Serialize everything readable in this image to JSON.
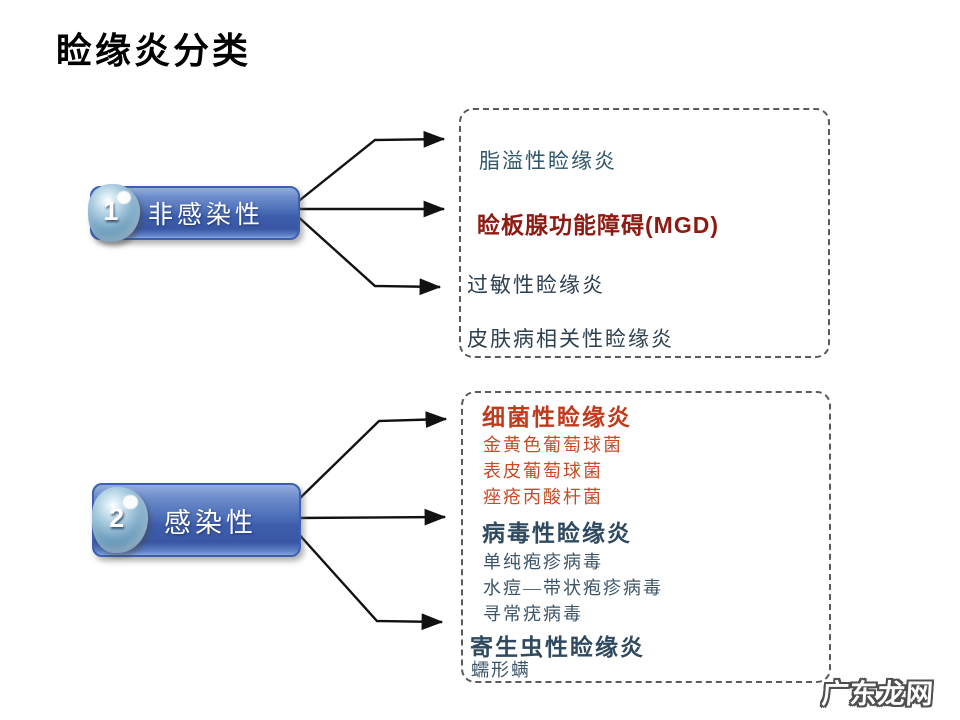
{
  "title": "睑缘炎分类",
  "watermark": "广东龙网",
  "colors": {
    "capsule_blue": "#4a6cb3",
    "capsule_border": "#3c5fae",
    "heading_dark_red": "#8e1b12",
    "heading_vermillion": "#c23a1c",
    "text_slate_blue": "#30566c",
    "text_dark_navy": "#2e4050",
    "arrow": "#111111",
    "dashed_border": "#5a5a5a"
  },
  "groups": [
    {
      "number": "1",
      "label": "非感染性",
      "items": [
        {
          "text": "脂溢性睑缘炎"
        },
        {
          "text": "睑板腺功能障碍(MGD)"
        },
        {
          "text": "过敏性睑缘炎"
        },
        {
          "text": "皮肤病相关性睑缘炎"
        }
      ]
    },
    {
      "number": "2",
      "label": "感染性",
      "sections": [
        {
          "heading": "细菌性睑缘炎",
          "subitems": [
            "金黄色葡萄球菌",
            "表皮葡萄球菌",
            "痤疮丙酸杆菌"
          ]
        },
        {
          "heading": "病毒性睑缘炎",
          "subitems": [
            "单纯疱疹病毒",
            "水痘—带状疱疹病毒",
            "寻常疣病毒"
          ]
        },
        {
          "heading": "寄生虫性睑缘炎",
          "subitems": [
            "蠕形螨"
          ]
        }
      ]
    }
  ]
}
